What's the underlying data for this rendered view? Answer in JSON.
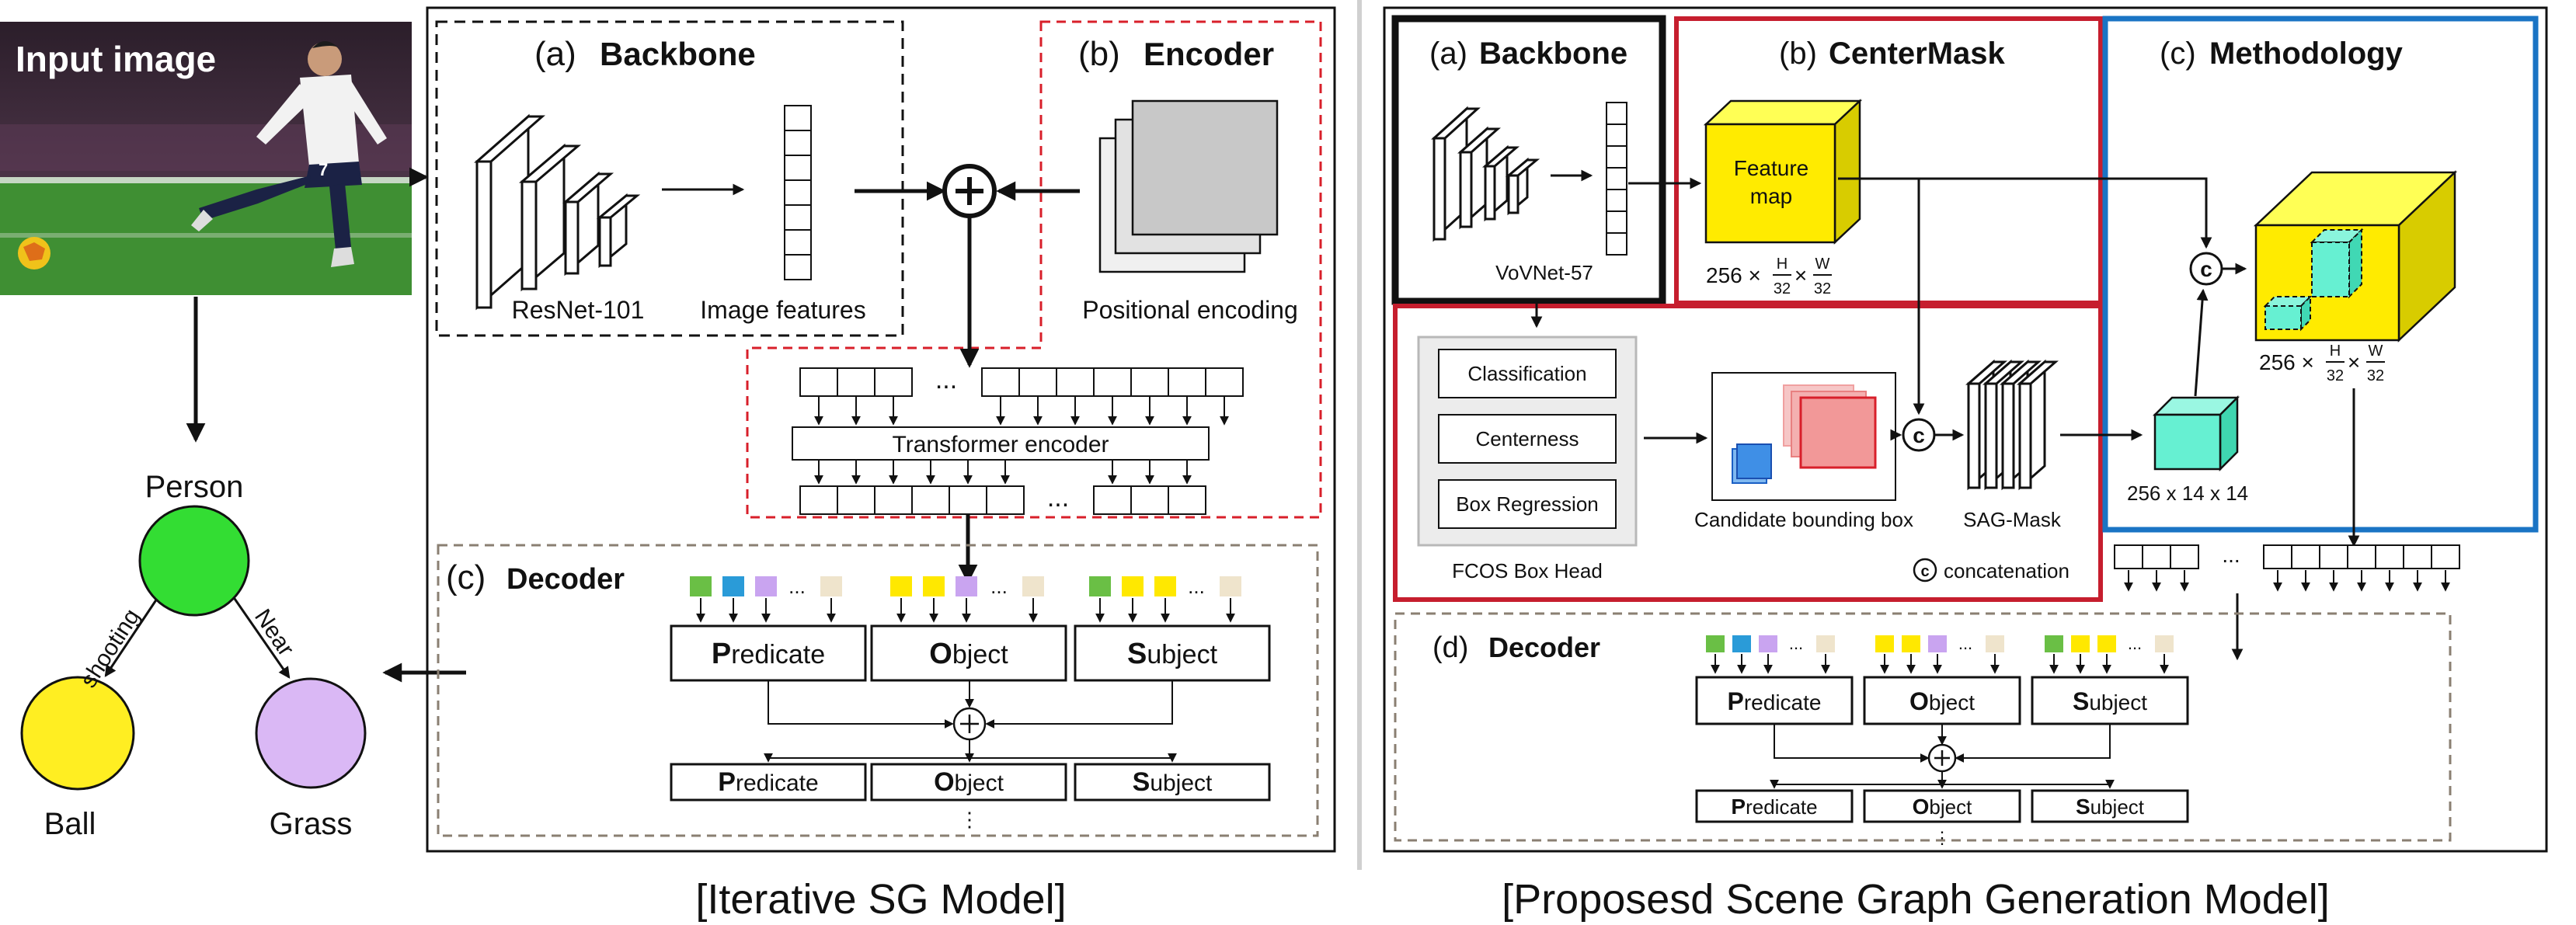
{
  "left": {
    "input_image_label": "Input image",
    "jersey_number": "7",
    "graph": {
      "nodes": {
        "person": "Person",
        "ball": "Ball",
        "grass": "Grass"
      },
      "edges": {
        "shooting": "shooting",
        "near": "Near"
      },
      "colors": {
        "person": "#33dd33",
        "ball": "#ffee22",
        "grass": "#dab8f5"
      }
    },
    "backbone": {
      "tag": "(a)",
      "title": "Backbone",
      "network": "ResNet-101",
      "features": "Image features"
    },
    "encoder": {
      "tag": "(b)",
      "title": "Encoder",
      "positional": "Positional encoding",
      "transformer": "Transformer encoder"
    },
    "decoder": {
      "tag": "(c)",
      "title": "Decoder",
      "heads": [
        {
          "first": "P",
          "rest": "redicate"
        },
        {
          "first": "O",
          "rest": "bject"
        },
        {
          "first": "S",
          "rest": "ubject"
        }
      ]
    },
    "ellipsis": "...",
    "vdots": "⋮",
    "caption": "[Iterative SG Model]"
  },
  "right": {
    "backbone": {
      "tag": "(a)",
      "title": "Backbone",
      "network": "VoVNet-57"
    },
    "centermask": {
      "tag": "(b)",
      "title": "CenterMask",
      "feature_map_line1": "Feature",
      "feature_map_line2": "map",
      "fm_prefix": "256 ×",
      "frac_H": "H",
      "frac_W": "W",
      "frac_den": "32",
      "head_items": [
        "Classification",
        "Centerness",
        "Box Regression"
      ],
      "fcos_label": "FCOS Box Head",
      "candidate_label": "Candidate bounding box",
      "sag_label": "SAG-Mask",
      "concat_symbol": "c",
      "concat_label": "concatenation"
    },
    "methodology": {
      "tag": "(c)",
      "title": "Methodology",
      "cube_dims": "256 x 14 x 14"
    },
    "decoder": {
      "tag": "(d)",
      "title": "Decoder",
      "heads": [
        {
          "first": "P",
          "rest": "redicate"
        },
        {
          "first": "O",
          "rest": "bject"
        },
        {
          "first": "S",
          "rest": "ubject"
        }
      ]
    },
    "caption": "[Proposesd Scene Graph Generation Model]"
  },
  "colors": {
    "red": "#d81f2a",
    "blue": "#1a74c4",
    "yellow": "#ffeb00",
    "teal": "#66f0d2",
    "token_green": "#6abf45",
    "token_blue": "#2a9bd8",
    "token_purple": "#c9a4f0",
    "token_beige": "#efe4cc",
    "token_yellow": "#ffe800"
  }
}
